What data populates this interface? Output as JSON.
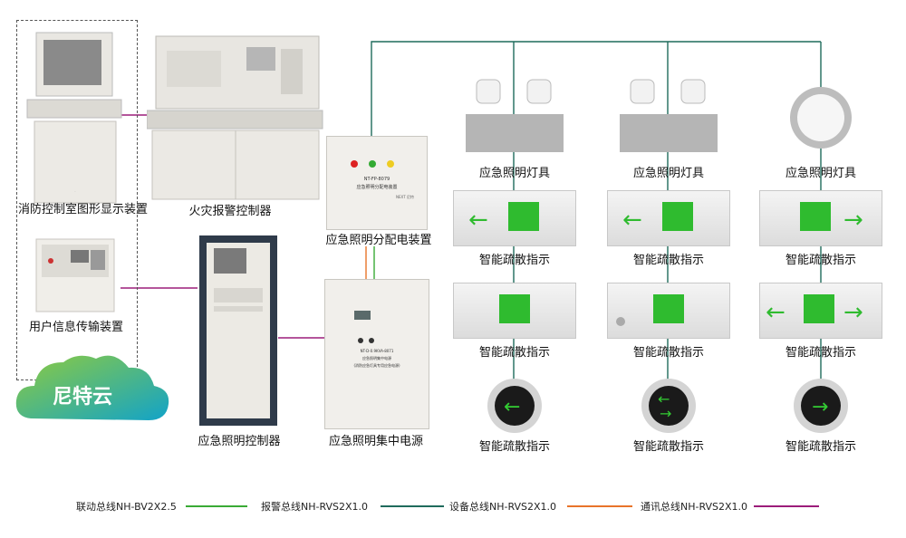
{
  "devices": {
    "graphic_display": "消防控制室图形显示装置",
    "fire_alarm_controller": "火灾报警控制器",
    "user_info_device": "用户信息传输装置",
    "cloud": "尼特云",
    "distribution_box": "应急照明分配电装置",
    "distribution_box_text": [
      "NT-FP-8079",
      "应急照明分配电装置"
    ],
    "em_light_controller": "应急照明控制器",
    "central_power": "应急照明集中电源",
    "central_power_text": [
      "NT-D-0.9KVA-8071",
      "应急照明集中电源",
      "(消防应急灯具专用应急电源)"
    ],
    "brand": "NEXT 尼特"
  },
  "columns": [
    {
      "lamp": "应急照明灯具",
      "sign1": "智能疏散指示",
      "sign2": "智能疏散指示",
      "floor": "智能疏散指示"
    },
    {
      "lamp": "应急照明灯具",
      "sign1": "智能疏散指示",
      "sign2": "智能疏散指示",
      "floor": "智能疏散指示"
    },
    {
      "lamp": "应急照明灯具",
      "sign1": "智能疏散指示",
      "sign2": "智能疏散指示",
      "floor": "智能疏散指示"
    }
  ],
  "legend": [
    {
      "label": "联动总线NH-BV2X2.5",
      "color": "#3aaa35"
    },
    {
      "label": "报警总线NH-RVS2X1.0",
      "color": "#1f6b5c"
    },
    {
      "label": "设备总线NH-RVS2X1.0",
      "color": "#e8742a"
    },
    {
      "label": "通讯总线NH-RVS2X1.0",
      "color": "#9c1d7a"
    }
  ]
}
